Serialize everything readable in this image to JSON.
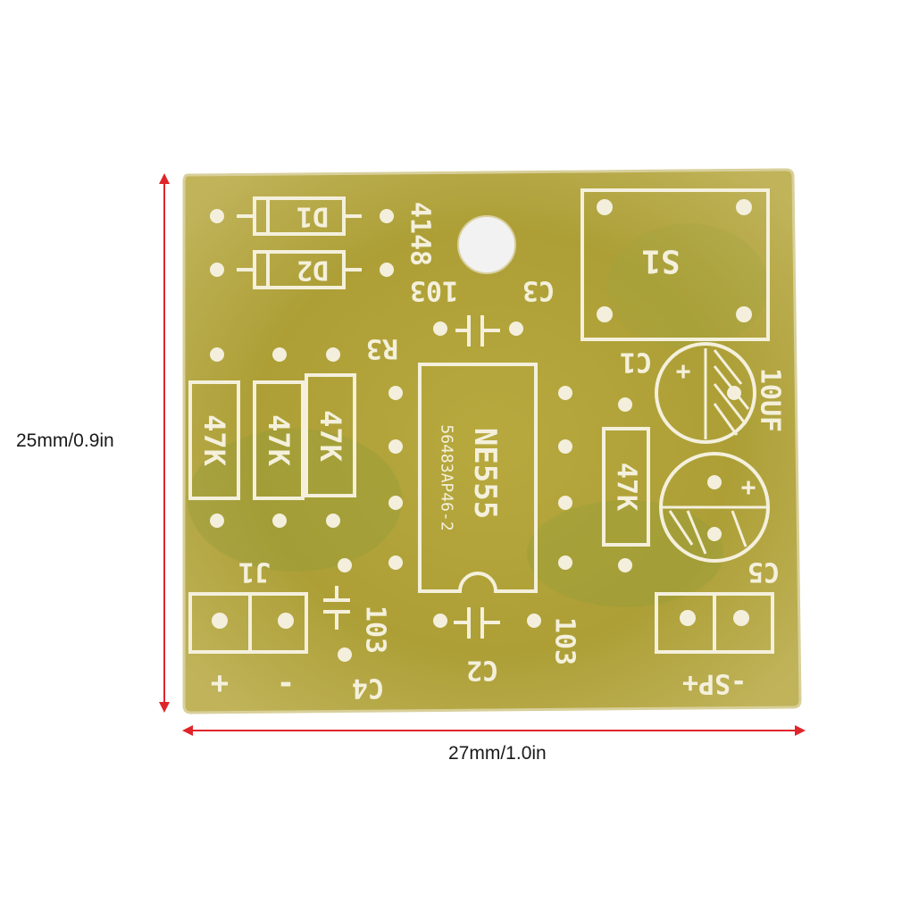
{
  "dimensions": {
    "height_label": "25mm/0.9in",
    "width_label": "27mm/1.0in",
    "arrow_color": "#e0252a"
  },
  "board": {
    "color": "#aea23a",
    "silkscreen_color": "#f4f0dc",
    "labels": {
      "d1": "D1",
      "d2": "D2",
      "diode_part": "4148",
      "c3": "C3",
      "c3_value": "103",
      "s1": "S1",
      "r3": "R3",
      "c1": "C1",
      "c1_value": "10UF",
      "resistor_1": "47K",
      "resistor_2": "47K",
      "resistor_3": "47K",
      "resistor_4": "47K",
      "ic_name": "NE555",
      "ic_code": "56483AP46-2",
      "j1": "J1",
      "c4": "C4",
      "c4_value": "103",
      "c2": "C2",
      "c2_value": "103",
      "c5": "C5",
      "j1_plus": "+",
      "j1_minus": "-",
      "speaker": "-SP+",
      "cap_plus_c1": "+",
      "cap_plus_c5": "+"
    }
  }
}
